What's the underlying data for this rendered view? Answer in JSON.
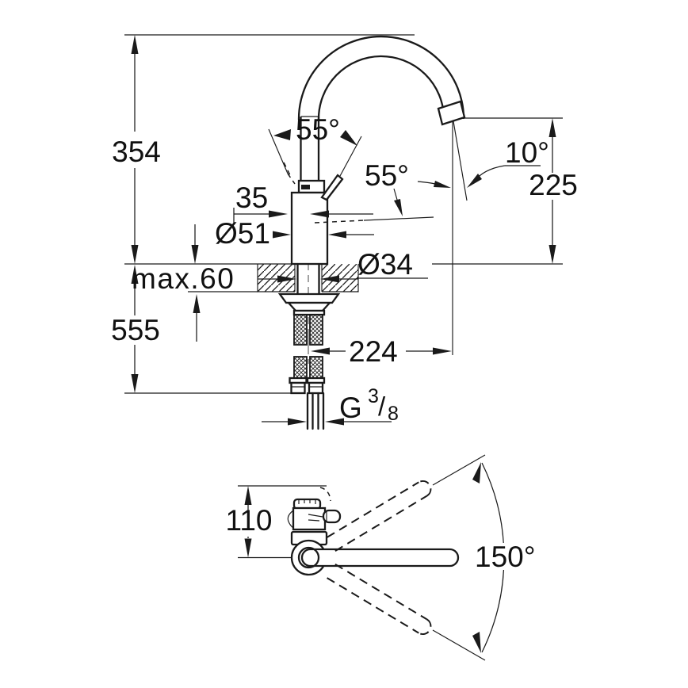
{
  "title": "Kitchen faucet technical dimension drawing",
  "colors": {
    "background": "#ffffff",
    "line": "#1a1a1a",
    "text": "#111111"
  },
  "front_view": {
    "height_top": "354",
    "height_bottom": "555",
    "deck_max": "max.60",
    "handle_offset": "35",
    "body_diameter": "Ø51",
    "hole_diameter": "Ø34",
    "outlet_height": "225",
    "outlet_angle": "10°",
    "handle_swing": "55°",
    "handle_open_angle": "55°",
    "spout_projection": "224",
    "thread": {
      "prefix": "G",
      "numerator": "3",
      "slash": "/",
      "denominator": "8"
    }
  },
  "top_view": {
    "handle_projection": "110",
    "swivel_angle": "150°"
  }
}
